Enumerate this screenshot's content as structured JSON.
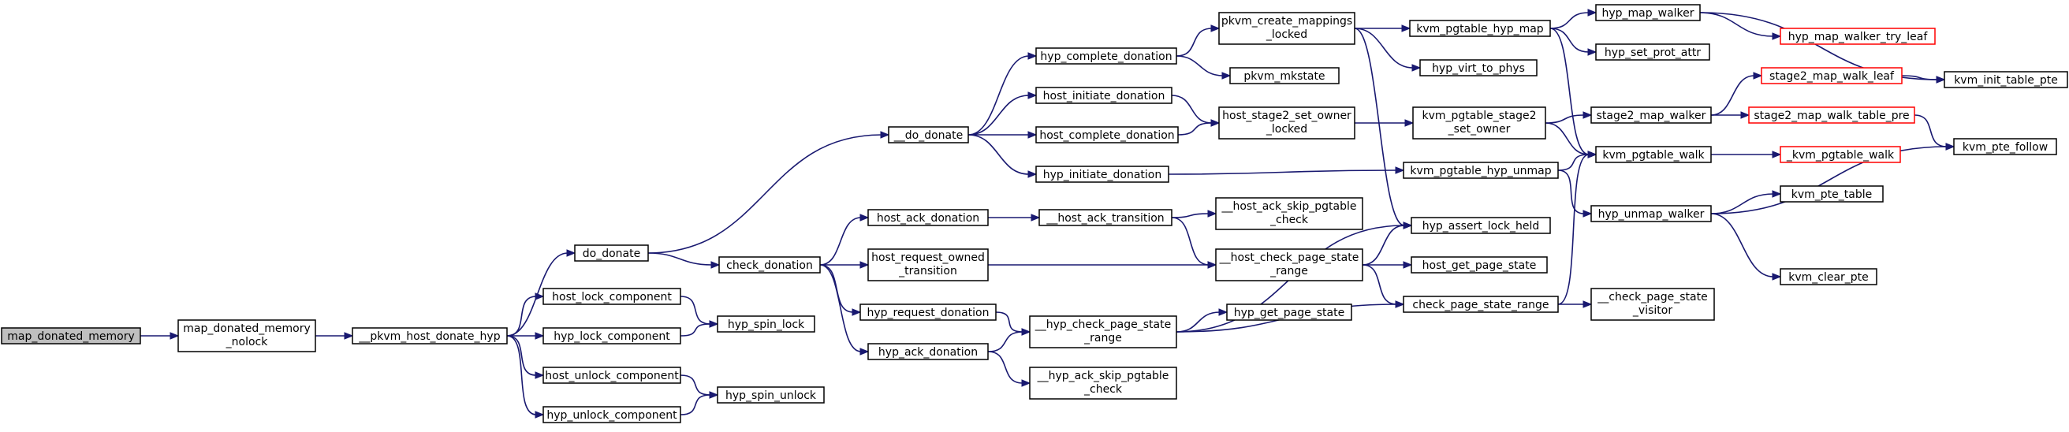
{
  "graph": {
    "root": "map_donated_memory",
    "nodes": [
      {
        "id": "map_donated_memory",
        "lines": [
          "map_donated_memory"
        ],
        "style": "root"
      },
      {
        "id": "map_donated_memory_nolock",
        "lines": [
          "map_donated_memory",
          "_nolock"
        ]
      },
      {
        "id": "__pkvm_host_donate_hyp",
        "lines": [
          "__pkvm_host_donate_hyp"
        ]
      },
      {
        "id": "do_donate",
        "lines": [
          "do_donate"
        ]
      },
      {
        "id": "host_lock_component",
        "lines": [
          "host_lock_component"
        ]
      },
      {
        "id": "hyp_lock_component",
        "lines": [
          "hyp_lock_component"
        ]
      },
      {
        "id": "host_unlock_component",
        "lines": [
          "host_unlock_component"
        ]
      },
      {
        "id": "hyp_unlock_component",
        "lines": [
          "hyp_unlock_component"
        ]
      },
      {
        "id": "hyp_spin_lock",
        "lines": [
          "hyp_spin_lock"
        ]
      },
      {
        "id": "hyp_spin_unlock",
        "lines": [
          "hyp_spin_unlock"
        ]
      },
      {
        "id": "__do_donate",
        "lines": [
          "__do_donate"
        ]
      },
      {
        "id": "check_donation",
        "lines": [
          "check_donation"
        ]
      },
      {
        "id": "hyp_complete_donation",
        "lines": [
          "hyp_complete_donation"
        ]
      },
      {
        "id": "host_initiate_donation",
        "lines": [
          "host_initiate_donation"
        ]
      },
      {
        "id": "host_complete_donation",
        "lines": [
          "host_complete_donation"
        ]
      },
      {
        "id": "hyp_initiate_donation",
        "lines": [
          "hyp_initiate_donation"
        ]
      },
      {
        "id": "host_ack_donation",
        "lines": [
          "host_ack_donation"
        ]
      },
      {
        "id": "host_request_owned_transition",
        "lines": [
          "host_request_owned",
          "_transition"
        ]
      },
      {
        "id": "hyp_request_donation",
        "lines": [
          "hyp_request_donation"
        ]
      },
      {
        "id": "hyp_ack_donation",
        "lines": [
          "hyp_ack_donation"
        ]
      },
      {
        "id": "pkvm_create_mappings_locked",
        "lines": [
          "pkvm_create_mappings",
          "_locked"
        ]
      },
      {
        "id": "pkvm_mkstate",
        "lines": [
          "pkvm_mkstate"
        ]
      },
      {
        "id": "host_stage2_set_owner_locked",
        "lines": [
          "host_stage2_set_owner",
          "_locked"
        ]
      },
      {
        "id": "__host_ack_transition",
        "lines": [
          "__host_ack_transition"
        ]
      },
      {
        "id": "__host_check_page_state_range",
        "lines": [
          "__host_check_page_state",
          "_range"
        ]
      },
      {
        "id": "__hyp_check_page_state_range",
        "lines": [
          "__hyp_check_page_state",
          "_range"
        ]
      },
      {
        "id": "__hyp_ack_skip_pgtable_check",
        "lines": [
          "__hyp_ack_skip_pgtable",
          "_check"
        ]
      },
      {
        "id": "__host_ack_skip_pgtable_check",
        "lines": [
          "__host_ack_skip_pgtable",
          "_check"
        ]
      },
      {
        "id": "hyp_get_page_state",
        "lines": [
          "hyp_get_page_state"
        ]
      },
      {
        "id": "kvm_pgtable_hyp_map",
        "lines": [
          "kvm_pgtable_hyp_map"
        ]
      },
      {
        "id": "hyp_virt_to_phys",
        "lines": [
          "hyp_virt_to_phys"
        ]
      },
      {
        "id": "kvm_pgtable_stage2_set_owner",
        "lines": [
          "kvm_pgtable_stage2",
          "_set_owner"
        ]
      },
      {
        "id": "kvm_pgtable_hyp_unmap",
        "lines": [
          "kvm_pgtable_hyp_unmap"
        ]
      },
      {
        "id": "hyp_assert_lock_held",
        "lines": [
          "hyp_assert_lock_held"
        ]
      },
      {
        "id": "host_get_page_state",
        "lines": [
          "host_get_page_state"
        ]
      },
      {
        "id": "check_page_state_range",
        "lines": [
          "check_page_state_range"
        ]
      },
      {
        "id": "hyp_map_walker",
        "lines": [
          "hyp_map_walker"
        ]
      },
      {
        "id": "hyp_set_prot_attr",
        "lines": [
          "hyp_set_prot_attr"
        ]
      },
      {
        "id": "stage2_map_walker",
        "lines": [
          "stage2_map_walker"
        ]
      },
      {
        "id": "kvm_pgtable_walk",
        "lines": [
          "kvm_pgtable_walk"
        ]
      },
      {
        "id": "hyp_unmap_walker",
        "lines": [
          "hyp_unmap_walker"
        ]
      },
      {
        "id": "__check_page_state_visitor",
        "lines": [
          "__check_page_state",
          "_visitor"
        ]
      },
      {
        "id": "hyp_map_walker_try_leaf",
        "lines": [
          "hyp_map_walker_try_leaf"
        ],
        "style": "truncated"
      },
      {
        "id": "stage2_map_walk_leaf",
        "lines": [
          "stage2_map_walk_leaf"
        ],
        "style": "truncated"
      },
      {
        "id": "stage2_map_walk_table_pre",
        "lines": [
          "stage2_map_walk_table_pre"
        ],
        "style": "truncated"
      },
      {
        "id": "_kvm_pgtable_walk",
        "lines": [
          "_kvm_pgtable_walk"
        ],
        "style": "truncated"
      },
      {
        "id": "kvm_pte_table",
        "lines": [
          "kvm_pte_table"
        ]
      },
      {
        "id": "kvm_clear_pte",
        "lines": [
          "kvm_clear_pte"
        ]
      },
      {
        "id": "kvm_init_table_pte",
        "lines": [
          "kvm_init_table_pte"
        ]
      },
      {
        "id": "kvm_pte_follow",
        "lines": [
          "kvm_pte_follow"
        ]
      }
    ],
    "edges": [
      [
        "map_donated_memory",
        "map_donated_memory_nolock"
      ],
      [
        "map_donated_memory_nolock",
        "__pkvm_host_donate_hyp"
      ],
      [
        "__pkvm_host_donate_hyp",
        "do_donate"
      ],
      [
        "__pkvm_host_donate_hyp",
        "host_lock_component"
      ],
      [
        "__pkvm_host_donate_hyp",
        "hyp_lock_component"
      ],
      [
        "__pkvm_host_donate_hyp",
        "host_unlock_component"
      ],
      [
        "__pkvm_host_donate_hyp",
        "hyp_unlock_component"
      ],
      [
        "host_lock_component",
        "hyp_spin_lock"
      ],
      [
        "hyp_lock_component",
        "hyp_spin_lock"
      ],
      [
        "host_unlock_component",
        "hyp_spin_unlock"
      ],
      [
        "hyp_unlock_component",
        "hyp_spin_unlock"
      ],
      [
        "do_donate",
        "__do_donate"
      ],
      [
        "do_donate",
        "check_donation"
      ],
      [
        "__do_donate",
        "hyp_complete_donation"
      ],
      [
        "__do_donate",
        "host_initiate_donation"
      ],
      [
        "__do_donate",
        "host_complete_donation"
      ],
      [
        "__do_donate",
        "hyp_initiate_donation"
      ],
      [
        "check_donation",
        "host_ack_donation"
      ],
      [
        "check_donation",
        "host_request_owned_transition"
      ],
      [
        "check_donation",
        "hyp_request_donation"
      ],
      [
        "check_donation",
        "hyp_ack_donation"
      ],
      [
        "hyp_complete_donation",
        "pkvm_create_mappings_locked"
      ],
      [
        "hyp_complete_donation",
        "pkvm_mkstate"
      ],
      [
        "host_initiate_donation",
        "host_stage2_set_owner_locked"
      ],
      [
        "host_complete_donation",
        "host_stage2_set_owner_locked"
      ],
      [
        "hyp_initiate_donation",
        "kvm_pgtable_hyp_unmap"
      ],
      [
        "host_ack_donation",
        "__host_ack_transition"
      ],
      [
        "host_request_owned_transition",
        "__host_check_page_state_range"
      ],
      [
        "hyp_request_donation",
        "__hyp_check_page_state_range"
      ],
      [
        "hyp_ack_donation",
        "__hyp_check_page_state_range"
      ],
      [
        "hyp_ack_donation",
        "__hyp_ack_skip_pgtable_check"
      ],
      [
        "__host_ack_transition",
        "__host_ack_skip_pgtable_check"
      ],
      [
        "__host_ack_transition",
        "__host_check_page_state_range"
      ],
      [
        "pkvm_create_mappings_locked",
        "kvm_pgtable_hyp_map"
      ],
      [
        "pkvm_create_mappings_locked",
        "hyp_virt_to_phys"
      ],
      [
        "pkvm_create_mappings_locked",
        "hyp_assert_lock_held"
      ],
      [
        "host_stage2_set_owner_locked",
        "kvm_pgtable_stage2_set_owner"
      ],
      [
        "__host_check_page_state_range",
        "hyp_assert_lock_held"
      ],
      [
        "__host_check_page_state_range",
        "host_get_page_state"
      ],
      [
        "__host_check_page_state_range",
        "check_page_state_range"
      ],
      [
        "__hyp_check_page_state_range",
        "hyp_get_page_state"
      ],
      [
        "__hyp_check_page_state_range",
        "hyp_assert_lock_held"
      ],
      [
        "__hyp_check_page_state_range",
        "check_page_state_range"
      ],
      [
        "kvm_pgtable_hyp_map",
        "hyp_map_walker"
      ],
      [
        "kvm_pgtable_hyp_map",
        "hyp_set_prot_attr"
      ],
      [
        "kvm_pgtable_hyp_map",
        "kvm_pgtable_walk"
      ],
      [
        "kvm_pgtable_stage2_set_owner",
        "stage2_map_walker"
      ],
      [
        "kvm_pgtable_stage2_set_owner",
        "kvm_pgtable_walk"
      ],
      [
        "kvm_pgtable_hyp_unmap",
        "kvm_pgtable_walk"
      ],
      [
        "kvm_pgtable_hyp_unmap",
        "hyp_unmap_walker"
      ],
      [
        "check_page_state_range",
        "kvm_pgtable_walk"
      ],
      [
        "check_page_state_range",
        "__check_page_state_visitor"
      ],
      [
        "hyp_map_walker",
        "hyp_map_walker_try_leaf"
      ],
      [
        "hyp_map_walker",
        "kvm_init_table_pte"
      ],
      [
        "stage2_map_walker",
        "stage2_map_walk_leaf"
      ],
      [
        "stage2_map_walker",
        "stage2_map_walk_table_pre"
      ],
      [
        "stage2_map_walk_leaf",
        "kvm_init_table_pte"
      ],
      [
        "stage2_map_walk_table_pre",
        "kvm_pte_follow"
      ],
      [
        "kvm_pgtable_walk",
        "_kvm_pgtable_walk"
      ],
      [
        "hyp_unmap_walker",
        "kvm_pte_table"
      ],
      [
        "hyp_unmap_walker",
        "kvm_clear_pte"
      ],
      [
        "hyp_unmap_walker",
        "kvm_pte_follow"
      ]
    ],
    "colors": {
      "edge": "#191970",
      "node_border": "#000000",
      "node_fill": "#ffffff",
      "root_fill": "#bfbfbf",
      "truncated_border": "#ff0000"
    }
  }
}
